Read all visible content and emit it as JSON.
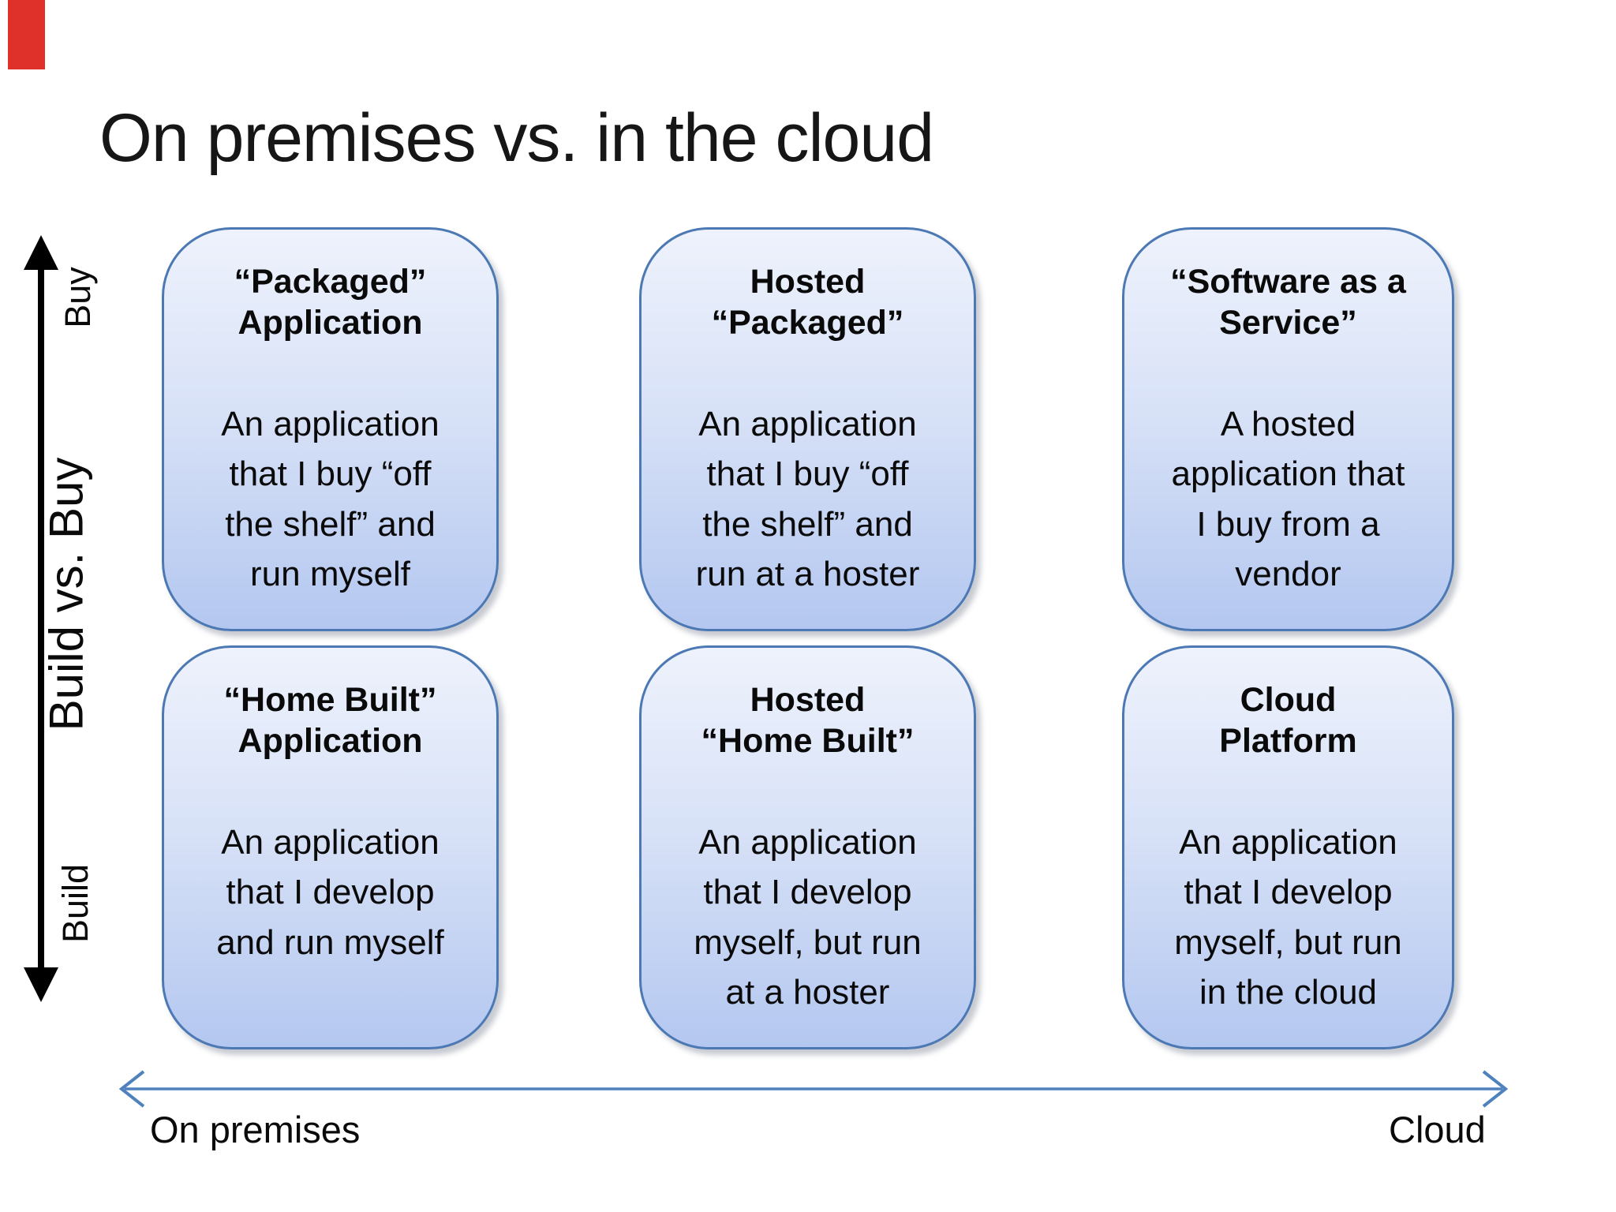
{
  "slide": {
    "title": "On premises vs. in the cloud"
  },
  "y_axis": {
    "top_label": "Buy",
    "axis_title": "Build vs. Buy",
    "bottom_label": "Build"
  },
  "x_axis": {
    "left_label": "On premises",
    "right_label": "Cloud"
  },
  "boxes": [
    {
      "id": "packaged-application",
      "title": "“Packaged”\nApplication",
      "body": "An application\nthat I buy “off\nthe shelf” and\nrun myself"
    },
    {
      "id": "hosted-packaged",
      "title": "Hosted\n“Packaged”",
      "body": "An application\nthat I buy “off\nthe shelf” and\nrun at a hoster"
    },
    {
      "id": "software-as-a-service",
      "title": "“Software as a\nService”",
      "body": "A hosted\napplication that\nI buy from a\nvendor"
    },
    {
      "id": "home-built-application",
      "title": "“Home Built”\nApplication",
      "body": "An application\nthat I develop\nand run myself"
    },
    {
      "id": "hosted-home-built",
      "title": "Hosted\n“Home Built”",
      "body": "An application\nthat I develop\nmyself, but run\nat a hoster"
    },
    {
      "id": "cloud-platform",
      "title": "Cloud\nPlatform",
      "body": "An application\nthat I develop\nmyself, but run\nin the cloud"
    }
  ],
  "colors": {
    "background": "#ffffff",
    "box_border_blue": "#4c79b4",
    "box_gradient_top": "#eef2fc",
    "box_gradient_bottom": "#b4c7f0",
    "axis_line_blue": "#4f81bd",
    "vertical_arrow_black": "#000000",
    "red_marker": "#e0302a",
    "text": "#0a0a0a"
  }
}
